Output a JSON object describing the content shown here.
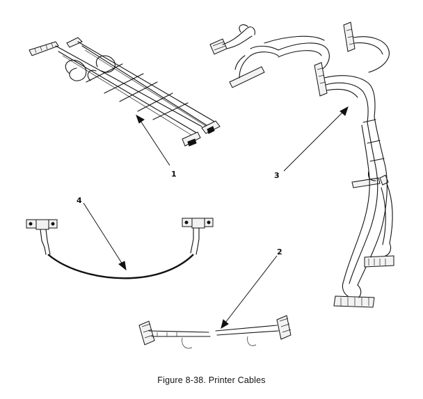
{
  "figure": {
    "caption": "Figure 8-38.  Printer Cables",
    "callouts": [
      "1",
      "2",
      "3",
      "4"
    ]
  }
}
